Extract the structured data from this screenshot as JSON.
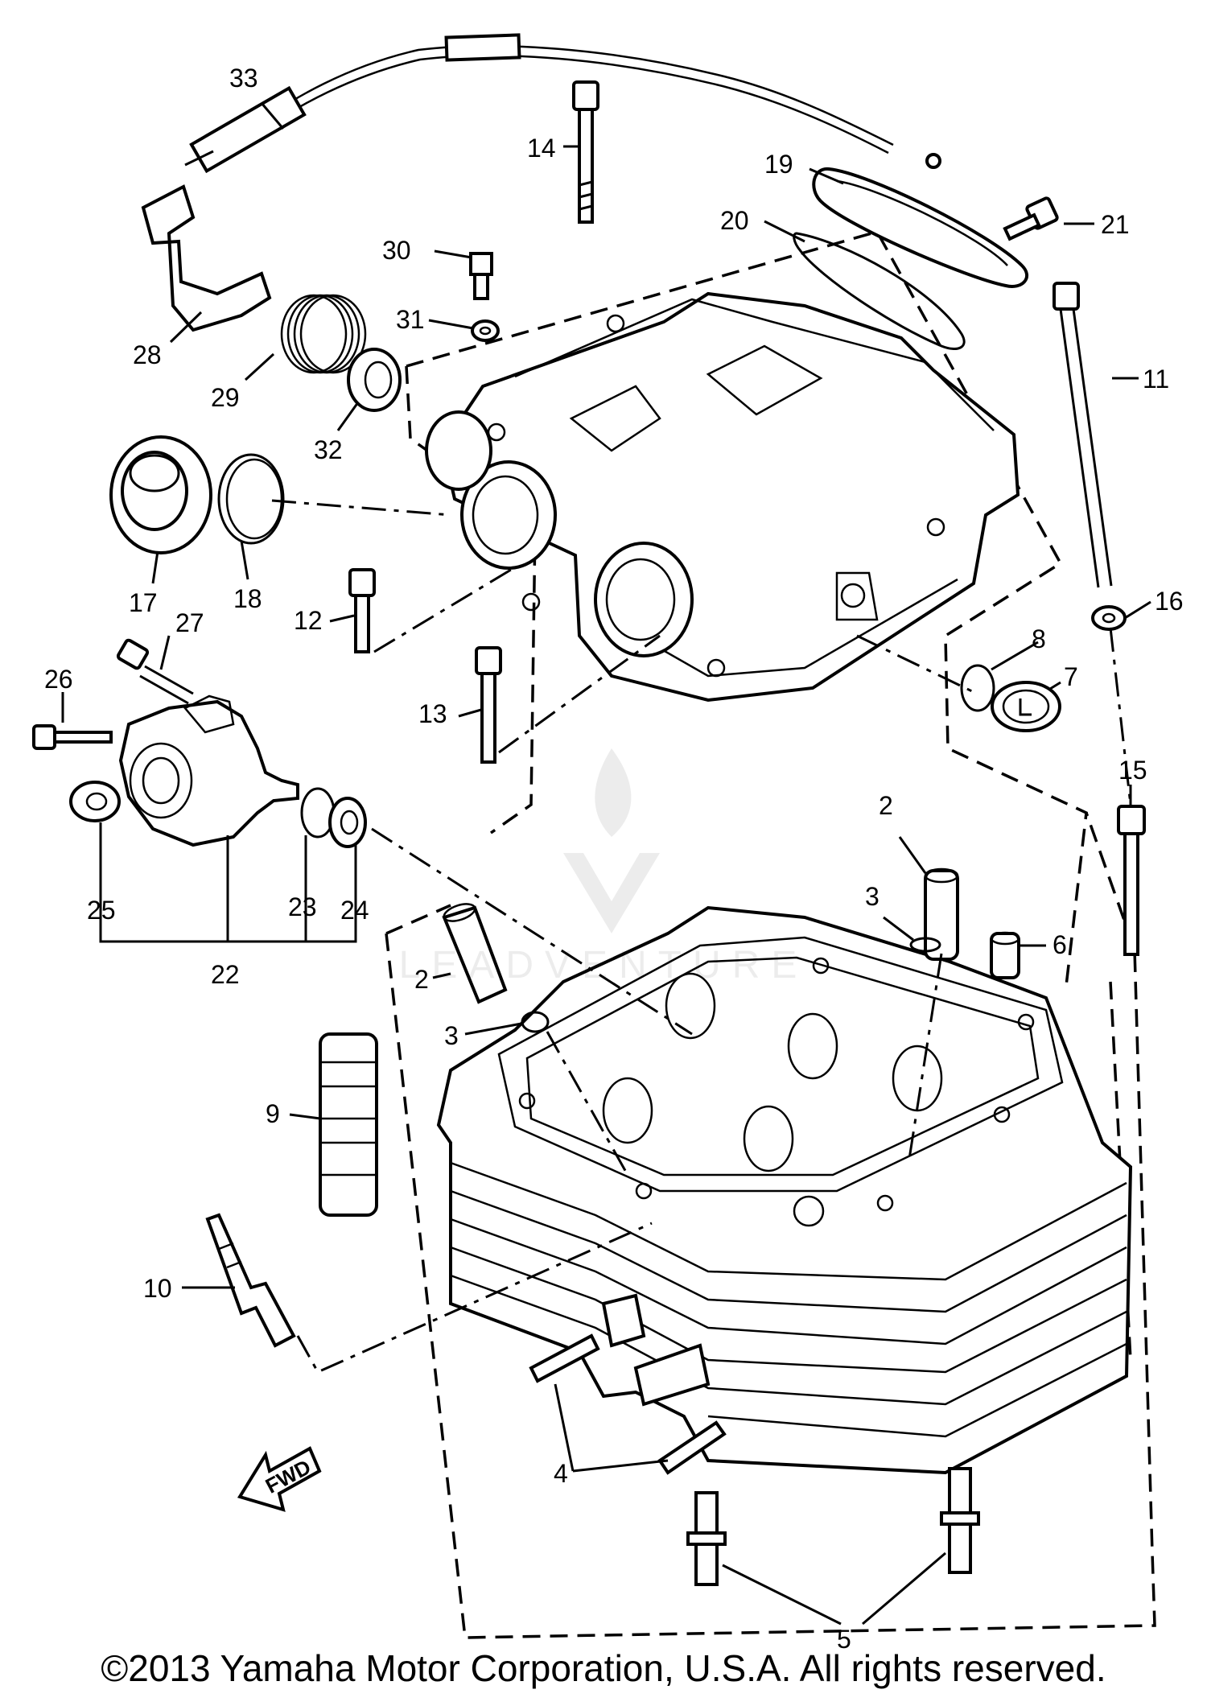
{
  "diagram": {
    "callouts": [
      {
        "id": "33",
        "text": "33"
      },
      {
        "id": "14",
        "text": "14"
      },
      {
        "id": "19",
        "text": "19"
      },
      {
        "id": "20",
        "text": "20"
      },
      {
        "id": "21",
        "text": "21"
      },
      {
        "id": "30",
        "text": "30"
      },
      {
        "id": "31",
        "text": "31"
      },
      {
        "id": "28",
        "text": "28"
      },
      {
        "id": "29",
        "text": "29"
      },
      {
        "id": "32",
        "text": "32"
      },
      {
        "id": "11",
        "text": "11"
      },
      {
        "id": "17",
        "text": "17"
      },
      {
        "id": "18",
        "text": "18"
      },
      {
        "id": "12",
        "text": "12"
      },
      {
        "id": "16",
        "text": "16"
      },
      {
        "id": "27",
        "text": "27"
      },
      {
        "id": "8",
        "text": "8"
      },
      {
        "id": "7",
        "text": "7"
      },
      {
        "id": "26",
        "text": "26"
      },
      {
        "id": "13",
        "text": "13"
      },
      {
        "id": "15",
        "text": "15"
      },
      {
        "id": "2a",
        "text": "2"
      },
      {
        "id": "25",
        "text": "25"
      },
      {
        "id": "23",
        "text": "23"
      },
      {
        "id": "24",
        "text": "24"
      },
      {
        "id": "3a",
        "text": "3"
      },
      {
        "id": "6",
        "text": "6"
      },
      {
        "id": "22",
        "text": "22"
      },
      {
        "id": "2b",
        "text": "2"
      },
      {
        "id": "3b",
        "text": "3"
      },
      {
        "id": "9",
        "text": "9"
      },
      {
        "id": "10",
        "text": "10"
      },
      {
        "id": "4",
        "text": "4"
      },
      {
        "id": "5",
        "text": "5"
      }
    ],
    "fwd_label": "FWD"
  },
  "watermark": "LEADVENTURE",
  "copyright": "©2013 Yamaha Motor Corporation, U.S.A. All rights reserved."
}
